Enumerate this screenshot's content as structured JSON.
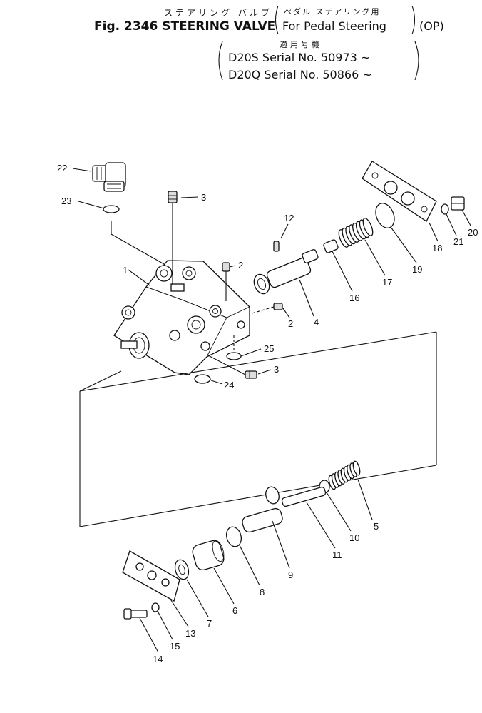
{
  "header": {
    "jp_title": "ステアリング バルブ",
    "jp_paren": "ペダル ステアリング用",
    "title_line": "Fig. 2346 STEERING VALVE",
    "paren_line": "For Pedal Steering",
    "op": "(OP)",
    "jp_models": "適用号機",
    "serial_1": "D20S  Serial No. 50973 ~",
    "serial_2": "D20Q Serial No. 50866 ~"
  },
  "callouts": [
    "1",
    "2",
    "2",
    "3",
    "3",
    "4",
    "5",
    "6",
    "7",
    "8",
    "9",
    "10",
    "11",
    "12",
    "13",
    "14",
    "15",
    "16",
    "17",
    "18",
    "19",
    "20",
    "21",
    "22",
    "23",
    "24",
    "25"
  ],
  "colors": {
    "ink": "#111111",
    "paper": "#ffffff"
  }
}
